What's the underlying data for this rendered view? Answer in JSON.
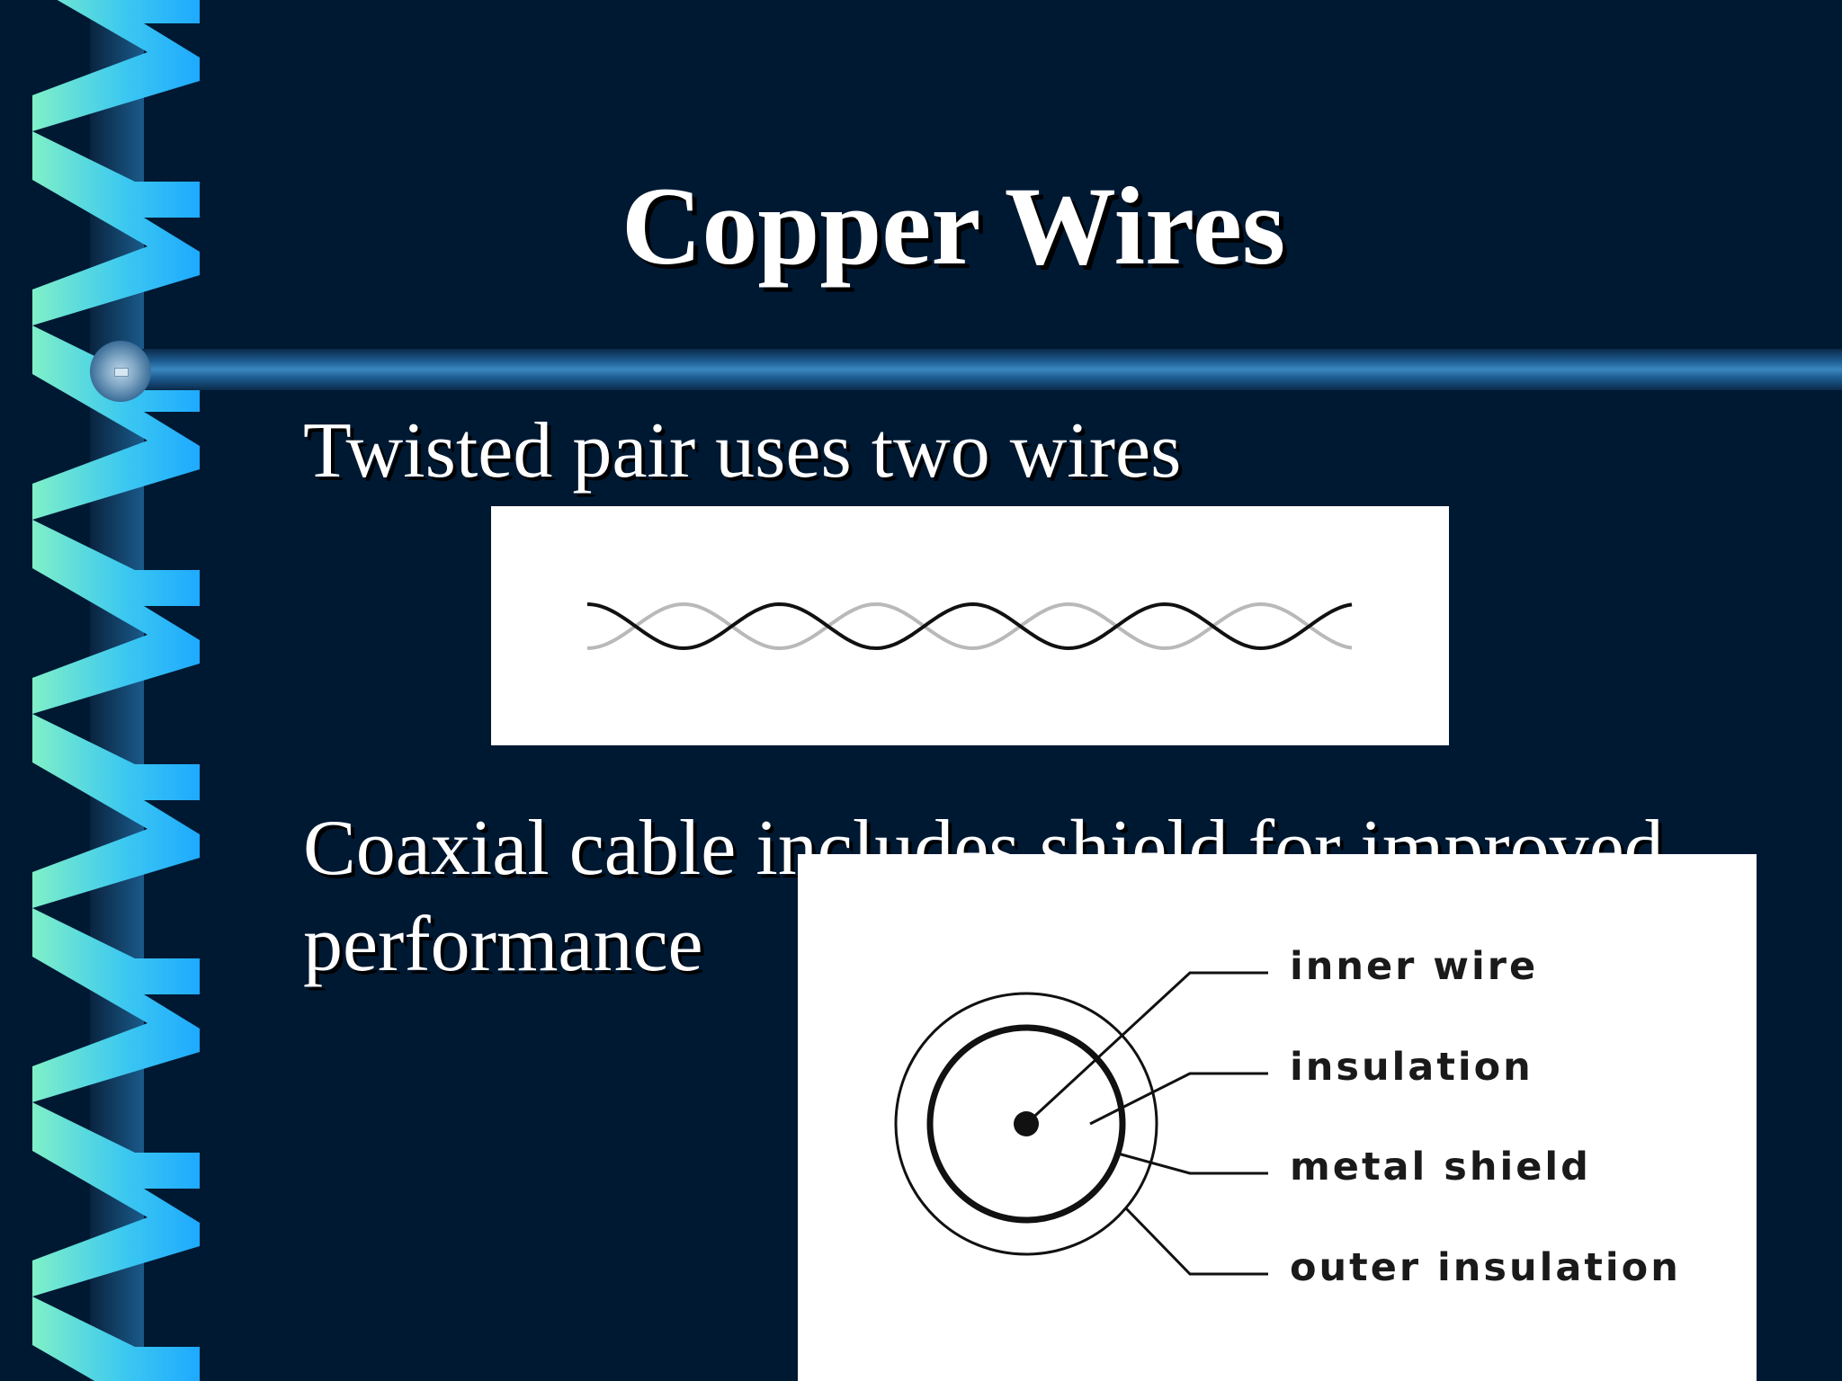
{
  "slide": {
    "title": "Copper Wires",
    "bullets": [
      "Twisted pair uses two wires",
      "Coaxial cable includes shield for improved",
      "performance"
    ]
  },
  "coax_diagram": {
    "labels": {
      "inner_wire": "inner wire",
      "insulation": "insulation",
      "metal_shield": "metal shield",
      "outer_insulation": "outer insulation"
    }
  },
  "colors": {
    "background": "#001933",
    "band_green": "#80f0c8",
    "band_blue": "#1eaaff",
    "text": "#ffffff"
  }
}
